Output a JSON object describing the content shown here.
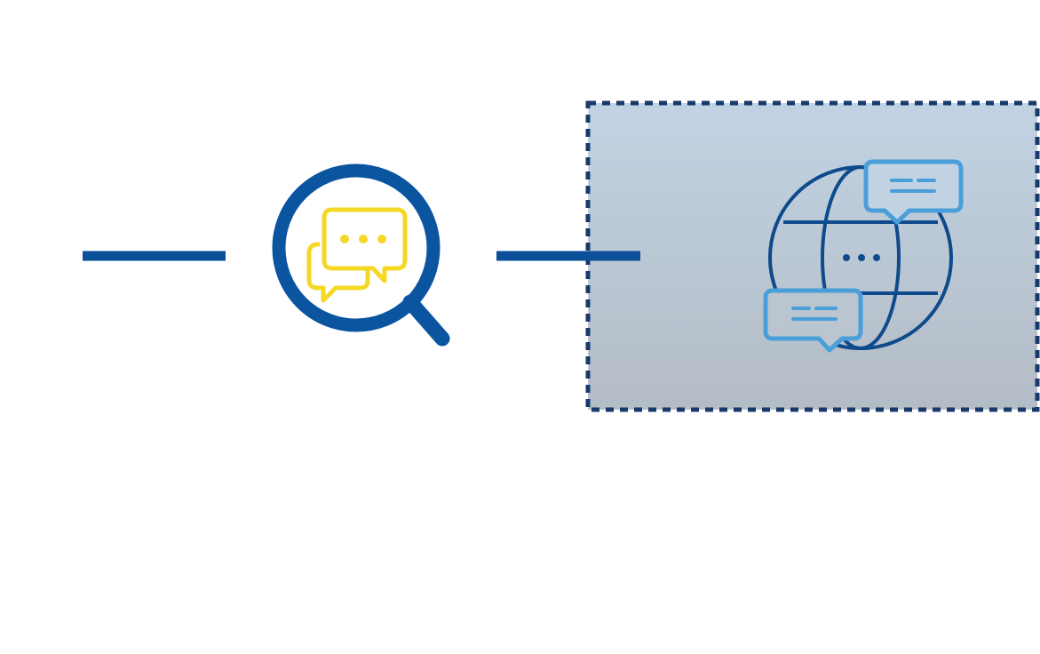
{
  "diagram": {
    "nodes": [
      {
        "id": "search-conversation",
        "icon": "magnifier-chat-icon"
      },
      {
        "id": "global-conversation",
        "icon": "globe-chat-icon",
        "highlighted": true
      }
    ],
    "connectors": [
      {
        "from": "start",
        "to": "search-conversation"
      },
      {
        "from": "search-conversation",
        "to": "global-conversation"
      }
    ]
  },
  "colors": {
    "connector": "#0b4f99",
    "magnifier": "#0b54a0",
    "chat_bubbles_search": "#f5d826",
    "globe": "#0e4a8c",
    "chat_bubbles_globe": "#4a9fd8",
    "highlight_box_border": "#17396b",
    "highlight_box_fill_top": "#c1d3e3",
    "highlight_box_fill_bottom": "#b4bcc6"
  }
}
